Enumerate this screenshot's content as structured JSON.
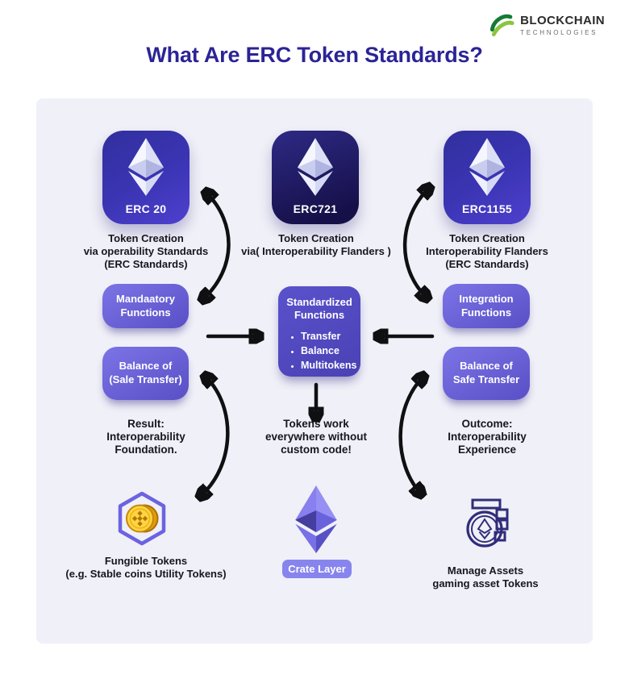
{
  "brand": {
    "line1": "BLOCKCHAIN",
    "line2": "TECHNOLOGIES"
  },
  "title": "What Are ERC Token Standards?",
  "cards": [
    {
      "label": "ERC 20",
      "caption": "Token Creation\nvia operability Standards\n(ERC Standards)"
    },
    {
      "label": "ERC721",
      "caption": "Token Creation\nvia( Interoperability Flanders )"
    },
    {
      "label": "ERC1155",
      "caption": "Token Creation\nInteroperability Flanders\n(ERC Standards)"
    }
  ],
  "boxes": {
    "mandatory": "Mandaatory\nFunctions",
    "standardized_title": "Standardized\nFunctions",
    "standardized_items": [
      "Transfer",
      "Balance",
      "Multitokens"
    ],
    "integration": "Integration\nFunctions",
    "balance_sale": "Balance of\n(Sale Transfer)",
    "balance_safe": "Balance of\nSafe Transfer"
  },
  "notes": {
    "result": "Result:\nInteroperability\nFoundation.",
    "tokens_work": "Tokens work\neverywhere without\ncustom code!",
    "outcome": "Outcome:\nInteroperability\nExperience"
  },
  "footer": {
    "fungible": "Fungible Tokens\n(e.g. Stable coins Utility Tokens)",
    "crate_layer": "Crate Layer",
    "manage": "Manage Assets\ngaming asset Tokens"
  },
  "colors": {
    "title": "#2B2496",
    "panel-bg": "#F0F0F8",
    "card-blue-1": "#31309E",
    "card-blue-2": "#4E40CF",
    "card-dark-1": "#2E2A85",
    "card-dark-2": "#161049",
    "pill-light": "#7B74E6",
    "pill-dark": "#5A4FC6",
    "center-box-1": "#5A52CC",
    "center-box-2": "#4A41B4",
    "crate-pill": "#8784EE",
    "hexagon": "#6C63E0",
    "coin-gold": "#FFD23F",
    "arrow": "#101013",
    "text-dark": "#17161F",
    "brand-text": "#2B2A2A",
    "brand-sub": "#6B6B6B"
  }
}
